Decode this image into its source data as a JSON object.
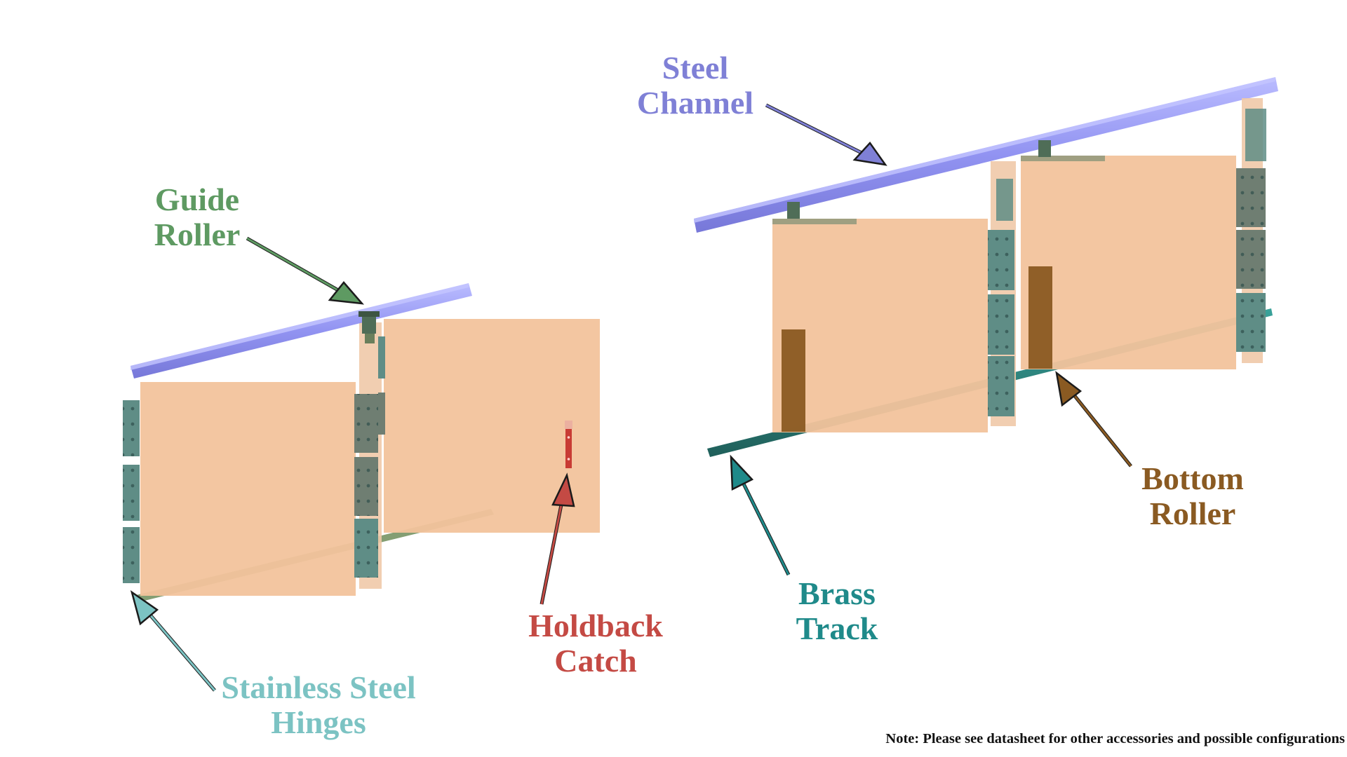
{
  "labels": {
    "steel_channel": [
      "Steel",
      "Channel"
    ],
    "guide_roller": [
      "Guide",
      "Roller"
    ],
    "bottom_roller": [
      "Bottom",
      "Roller"
    ],
    "brass_track": [
      "Brass",
      "Track"
    ],
    "holdback_catch": [
      "Holdback",
      "Catch"
    ],
    "stainless_hinges": [
      "Stainless Steel",
      "Hinges"
    ]
  },
  "note": "Note: Please see datasheet for other accessories and possible configurations",
  "colors": {
    "steel_channel": "#7f80d6",
    "guide_roller": "#5e9a62",
    "bottom_roller": "#8a5a22",
    "brass_track": "#1f8a8a",
    "holdback_catch": "#c44a44",
    "stainless_hinges": "#7cc3c3",
    "panel": "#f2c39c",
    "channel": "#8a8af0",
    "hinge": "#5f8d86"
  }
}
